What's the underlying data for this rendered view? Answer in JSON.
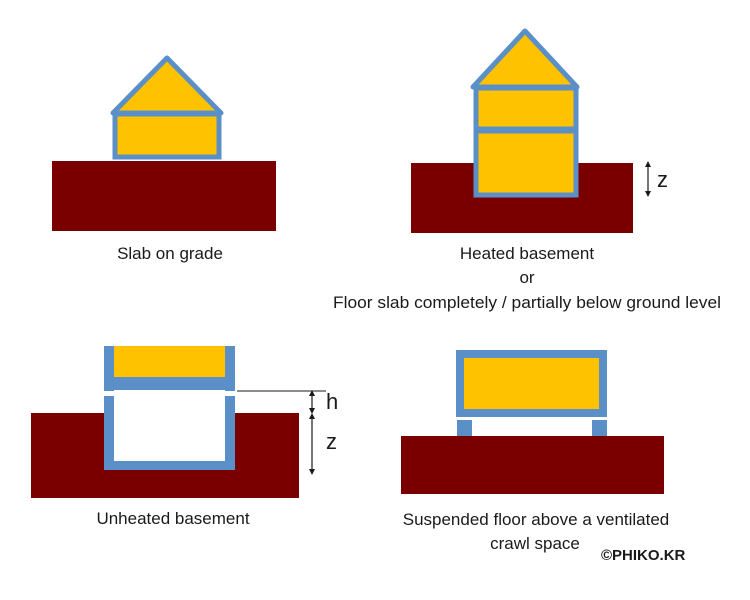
{
  "colors": {
    "ground": "#7a0000",
    "wall": "#5b8fc7",
    "heated": "#ffc200",
    "unheated": "#ffffff",
    "text": "#1a1a1a"
  },
  "panels": {
    "slab_on_grade": {
      "caption": "Slab on grade"
    },
    "heated_basement": {
      "caption_line1": "Heated basement",
      "caption_line2": "or",
      "caption_line3": "Floor slab completely / partially below ground level",
      "dim_z": "z"
    },
    "unheated_basement": {
      "caption": "Unheated basement",
      "dim_h": "h",
      "dim_z": "z"
    },
    "crawl_space": {
      "caption_line1": "Suspended floor above a ventilated",
      "caption_line2": "crawl space"
    }
  },
  "copyright": "©PHIKO.KR"
}
